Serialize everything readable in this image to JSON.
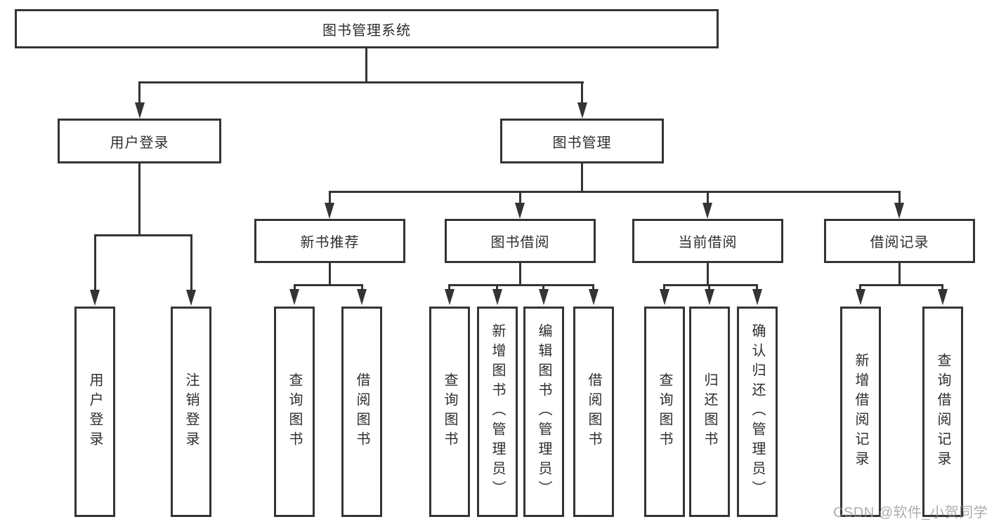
{
  "diagram_title": "图书管理系统",
  "tree": {
    "label": "图书管理系统",
    "children": [
      {
        "label": "用户登录",
        "children": [
          {
            "label": "用户登录"
          },
          {
            "label": "注销登录"
          }
        ]
      },
      {
        "label": "图书管理",
        "children": [
          {
            "label": "新书推荐",
            "children": [
              {
                "label": "查询图书"
              },
              {
                "label": "借阅图书"
              }
            ]
          },
          {
            "label": "图书借阅",
            "children": [
              {
                "label": "查询图书"
              },
              {
                "label": "新增图书（管理员）"
              },
              {
                "label": "编辑图书（管理员）"
              },
              {
                "label": "借阅图书"
              }
            ]
          },
          {
            "label": "当前借阅",
            "children": [
              {
                "label": "查询图书"
              },
              {
                "label": "归还图书"
              },
              {
                "label": "确认归还（管理员）"
              }
            ]
          },
          {
            "label": "借阅记录",
            "children": [
              {
                "label": "新增借阅记录"
              },
              {
                "label": "查询借阅记录"
              }
            ]
          }
        ]
      }
    ]
  },
  "watermark": {
    "text": "CSDN @软件_小贺同学"
  },
  "colors": {
    "line": "#343434",
    "box_border": "#343434",
    "box_fill": "#ffffff",
    "text": "#2e2e2e",
    "watermark": "#919191",
    "background": "#ffffff"
  }
}
